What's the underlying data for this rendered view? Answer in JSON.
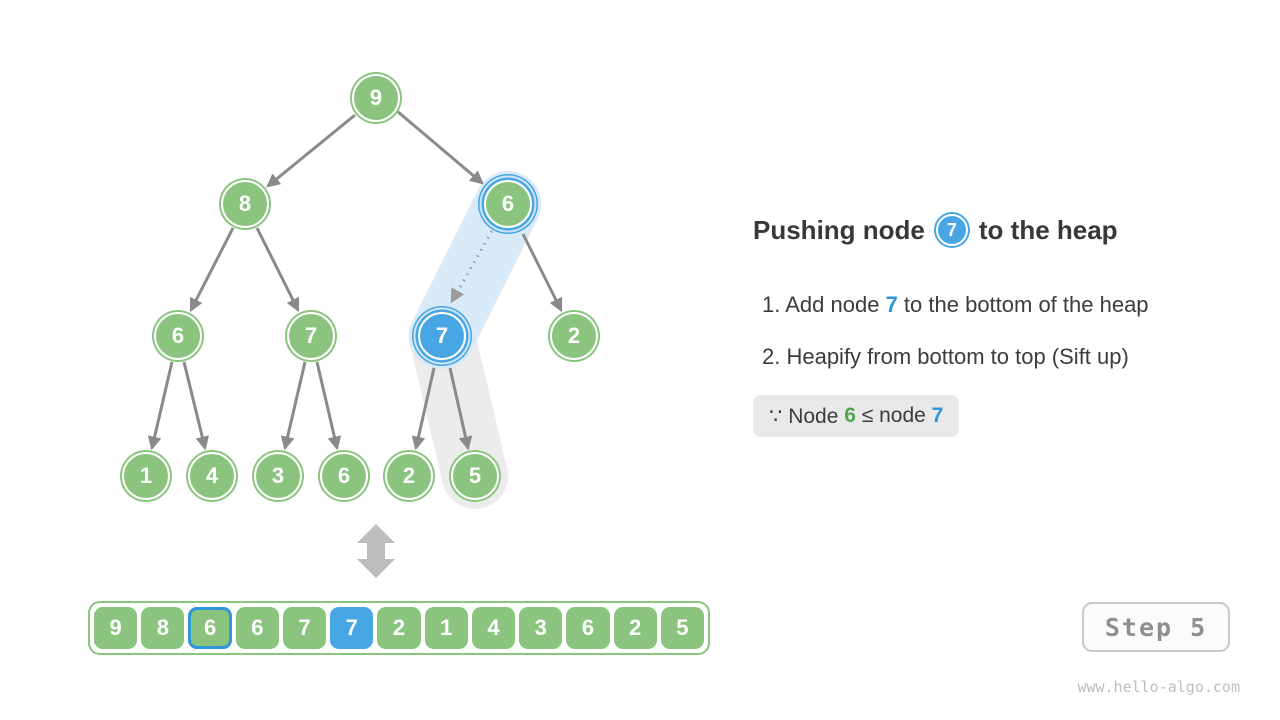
{
  "tree": {
    "nodes": [
      {
        "value": "9"
      },
      {
        "value": "8"
      },
      {
        "value": "6"
      },
      {
        "value": "6"
      },
      {
        "value": "7"
      },
      {
        "value": "7"
      },
      {
        "value": "2"
      },
      {
        "value": "1"
      },
      {
        "value": "4"
      },
      {
        "value": "3"
      },
      {
        "value": "6"
      },
      {
        "value": "2"
      },
      {
        "value": "5"
      }
    ],
    "highlighted_parent_value": "6",
    "highlighted_pushed_value": "7"
  },
  "panel": {
    "title_prefix": "Pushing node",
    "title_node_value": "7",
    "title_suffix": "to the heap",
    "steps": [
      {
        "before": "1. Add node ",
        "highlight": "7",
        "after": " to the bottom of the heap"
      },
      {
        "before": "2. Heapify from bottom to top (Sift up)",
        "highlight": "",
        "after": ""
      }
    ],
    "note": {
      "prefix": "∵ Node ",
      "green_value": "6",
      "middle": " ≤ node ",
      "blue_value": "7"
    }
  },
  "array": {
    "values": [
      "9",
      "8",
      "6",
      "6",
      "7",
      "7",
      "2",
      "1",
      "4",
      "3",
      "6",
      "2",
      "5"
    ],
    "highlight_border_index": 2,
    "highlight_fill_index": 5
  },
  "footer": {
    "step_label": "Step 5",
    "watermark": "www.hello-algo.com"
  },
  "icons": {
    "swap_arrow": "up-down-arrow",
    "sift_path_arrow": "dotted-arrow"
  },
  "colors": {
    "node_green": "#8AC47F",
    "node_blue": "#47A6E3",
    "text_blue": "#2D96DC",
    "text_green": "#4DA64D",
    "capsule_blue": "#D8E9F8",
    "capsule_gray": "#ECECEC",
    "edge_gray": "#8A8A8A"
  }
}
